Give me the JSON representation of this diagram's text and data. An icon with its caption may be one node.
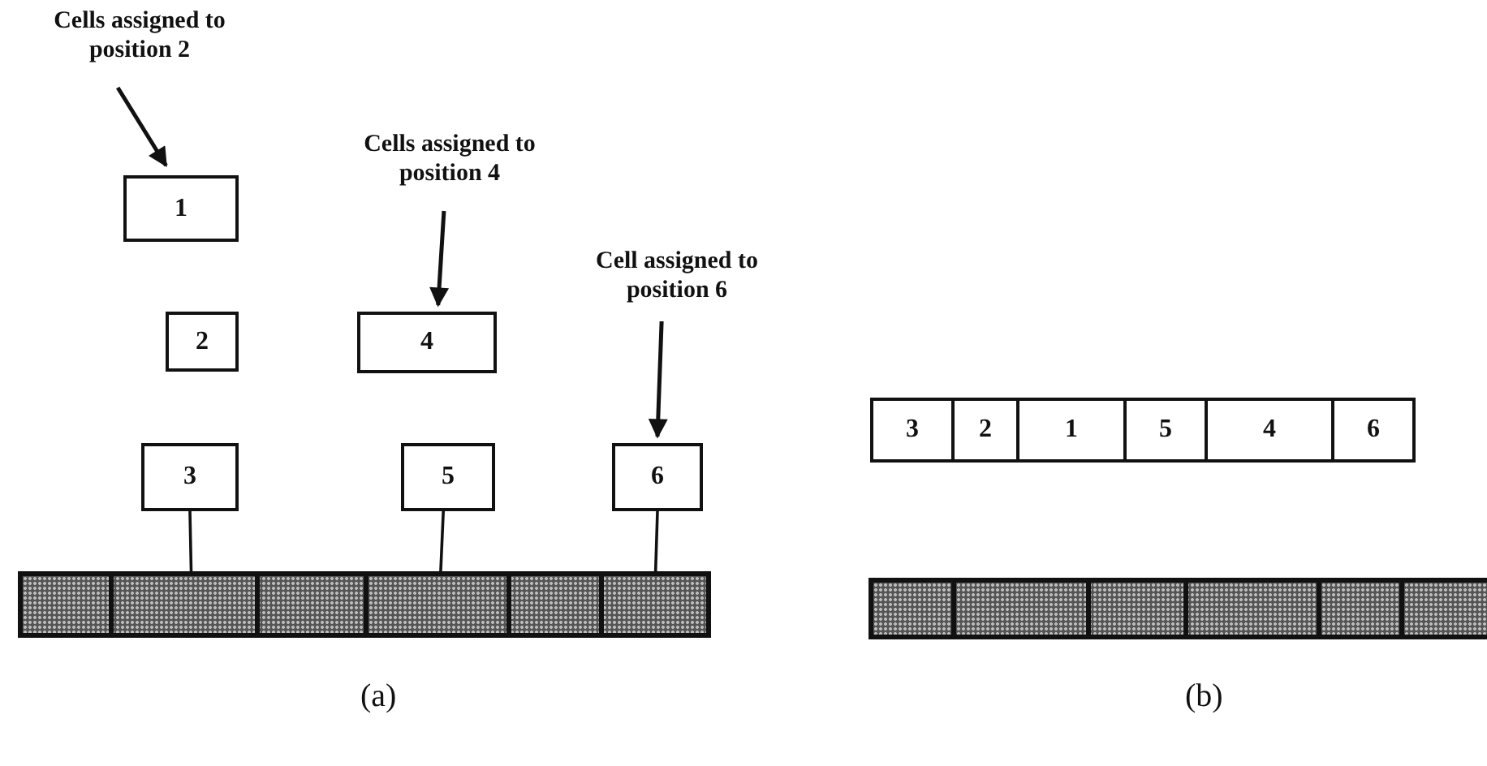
{
  "diagram": {
    "nodes": [
      {
        "text": [
          "Cells assigned to position 2"
        ]
      },
      {
        "text": [
          "1"
        ]
      },
      {
        "text": [
          "2"
        ]
      },
      {
        "text": [
          "3"
        ]
      },
      {
        "text": [
          "Cells assigned to position 4"
        ]
      },
      {
        "text": [
          "4"
        ]
      },
      {
        "text": [
          "5"
        ]
      },
      {
        "text": [
          "Cell assigned to position 6"
        ]
      },
      {
        "text": [
          "6"
        ]
      },
      {
        "text": [],
        "shape": "bar"
      },
      {
        "text": [
          "3"
        ]
      },
      {
        "text": [
          "2"
        ]
      },
      {
        "text": [
          "1"
        ]
      },
      {
        "text": [
          "5"
        ]
      },
      {
        "text": [
          "4"
        ]
      },
      {
        "text": [
          "6"
        ]
      },
      {
        "text": [],
        "shape": "bar"
      }
    ],
    "edges": [
      {
        "from": 0,
        "to": 1,
        "arrow": "to"
      },
      {
        "from": 4,
        "to": 5,
        "arrow": "to"
      },
      {
        "from": 7,
        "to": 8,
        "arrow": "to"
      },
      {
        "from": 3,
        "to": 9,
        "arrow": "none"
      },
      {
        "from": 6,
        "to": 9,
        "arrow": "none"
      },
      {
        "from": 8,
        "to": 9,
        "arrow": "none"
      }
    ],
    "labels": [
      "(a)",
      "(b)"
    ]
  }
}
